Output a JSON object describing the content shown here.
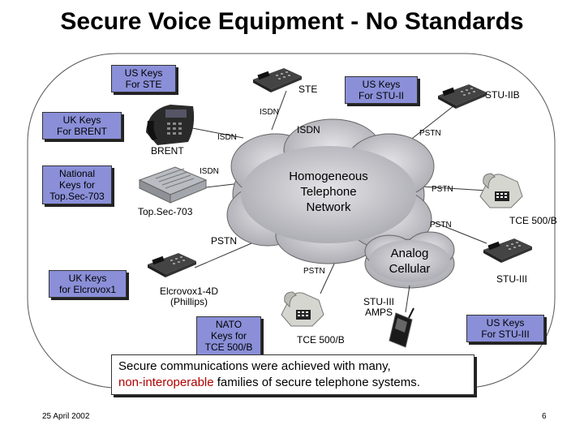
{
  "title": "Secure Voice Equipment - No Standards",
  "keyboxes": {
    "us_stu2": "US Keys\nFor STU-II",
    "us_ste": "US Keys\nFor STE",
    "uk_brent": "UK Keys\nFor BRENT",
    "national": "National\nKeys for\nTop.Sec-703",
    "uk_elcrovox": "UK Keys\nfor Elcrovox1",
    "nato": "NATO\nKeys for\nTCE 500/B",
    "us_stu3": "US Keys\nFor STU-III"
  },
  "devices": {
    "ste": "STE",
    "stu2b": "STU-IIB",
    "brent": "BRENT",
    "topsec": "Top.Sec-703",
    "tce_right": "TCE 500/B",
    "stu3": "STU-III",
    "elcrovox": "Elcrovox1-4D\n(Phillips)",
    "tce_bottom": "TCE 500/B",
    "stu3amps": "STU-III\nAMPS"
  },
  "links": {
    "isdn_ste": "ISDN",
    "isdn_brent": "ISDN",
    "isdn_center": "ISDN",
    "isdn_topsec": "ISDN",
    "pstn_stu2b": "PSTN",
    "pstn_tce": "PSTN",
    "pstn_right": "PSTN",
    "pstn_left": "PSTN",
    "pstn_bottom": "PSTN"
  },
  "cloud": {
    "network": "Homogeneous\nTelephone\nNetwork",
    "cellular": "Analog\nCellular"
  },
  "note": {
    "line1": "Secure communications were achieved with many,",
    "red": "non-interoperable",
    "rest": " families of secure telephone systems."
  },
  "footer": {
    "date": "25 April 2002",
    "page": "6"
  },
  "colors": {
    "keybox": "#8a8fd8",
    "highlight": "#b00000",
    "cloud": "#c8c8cc"
  }
}
